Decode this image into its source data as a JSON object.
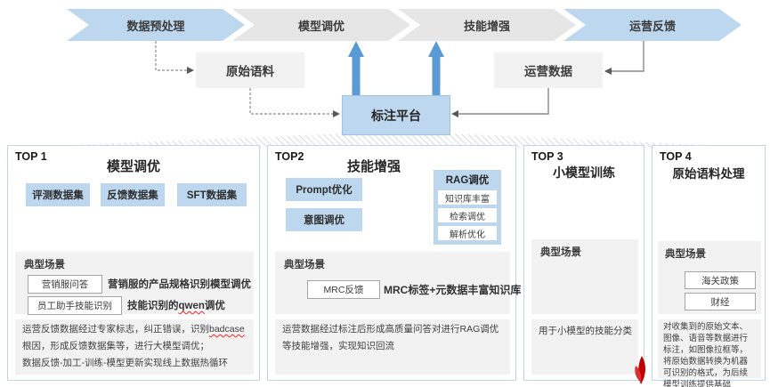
{
  "flow": {
    "stages": [
      {
        "label": "数据预处理"
      },
      {
        "label": "模型调优"
      },
      {
        "label": "技能增强"
      },
      {
        "label": "运营反馈"
      }
    ],
    "raw_corpus": "原始语料",
    "ops_data": "运营数据",
    "platform": "标注平台"
  },
  "panels": [
    {
      "top": "TOP 1",
      "title": "模型调优",
      "chips": [
        "评测数据集",
        "反馈数据集",
        "SFT数据集"
      ],
      "scenario_label": "典型场景",
      "scenario1_tag": "营销服问答",
      "scenario1_desc": "营销服的产品规格识别模型调优",
      "scenario2_tag": "员工助手技能识别",
      "scenario2_pre": "技能识别的",
      "scenario2_word": "qwen",
      "scenario2_post": "调优",
      "desc_pre": "运营反馈数据经过专家标志，纠正错误，识别",
      "desc_word": "badcase",
      "desc_post": "根因，形成反馈数据集等，进行大模型调优；",
      "desc_line2": "数据反馈-加工-训练-模型更新实现线上数据热循环"
    },
    {
      "top": "TOP2",
      "title": "技能增强",
      "chips": [
        "Prompt优化",
        "意图调优"
      ],
      "rag_title": "RAG调优",
      "rag_items": [
        "知识库丰富",
        "检索调优",
        "解析优化"
      ],
      "scenario_label": "典型场景",
      "scenario_tag": "MRC反馈",
      "scenario_desc": "MRC标签+元数据丰富知识库",
      "desc": "运营数据经过标注后形成高质量问答对进行RAG调优等技能增强，实现知识回流"
    },
    {
      "top": "TOP 3",
      "title": "小模型训练",
      "scenario_label": "典型场景",
      "desc": "用于小模型的技能分类"
    },
    {
      "top": "TOP 4",
      "title": "原始语料处理",
      "scenario_label": "典型场景",
      "tags": [
        "海关政策",
        "财经"
      ],
      "desc": "对收集到的原始文本、图像、语音等数据进行标注，如图像拉框等，将原始数据转换为机器可识别的格式，为后续模型训练提供基础"
    }
  ],
  "colors": {
    "accent_blue": "#bdd7ee",
    "arrow_blue": "#5b9bd5",
    "stage_gray": "#e7e6e6",
    "block_gray": "#f2f2f2",
    "panel_border_blue": "#bdd7ee",
    "tag_border_gray": "#a6a6a6",
    "misspell_red": "#ff2222",
    "decor_red": "#c00000"
  },
  "icons": {
    "red_decor": "red-ribbon-mark"
  }
}
